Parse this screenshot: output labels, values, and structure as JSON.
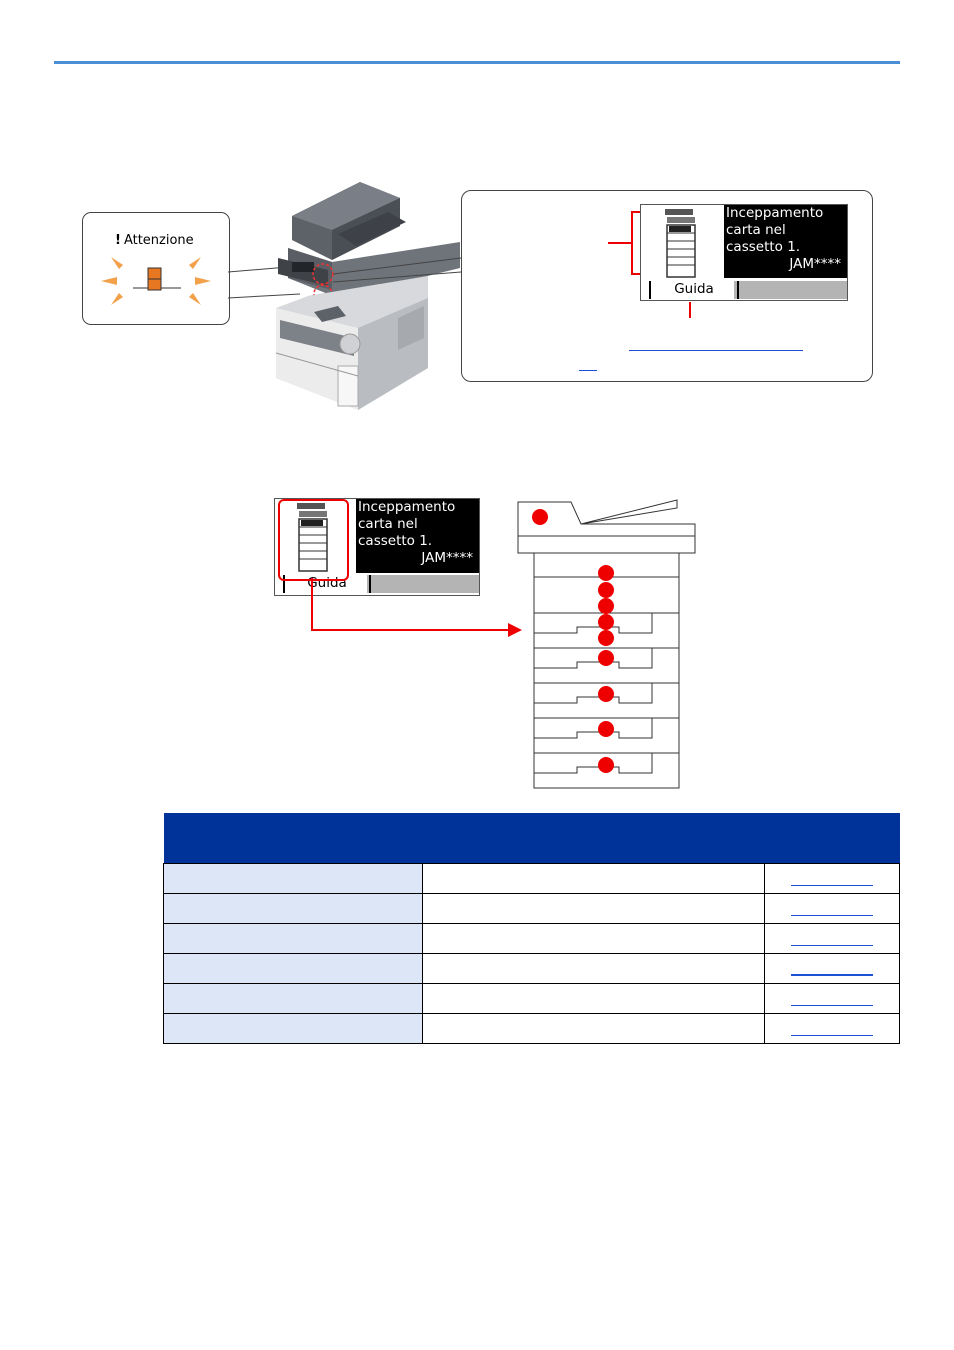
{
  "attention": {
    "bang": "!",
    "label": "Attenzione"
  },
  "panel_top": {
    "lines": [
      "Inceppamento",
      "carta nel",
      "cassetto 1."
    ],
    "code": "JAM****",
    "soft_key": "Guida"
  },
  "panel_bottom": {
    "lines": [
      "Inceppamento",
      "carta nel",
      "cassetto 1."
    ],
    "code": "JAM****",
    "soft_key": "Guida"
  },
  "colors": {
    "rule": "#4a8fd6",
    "header": "#003399",
    "row_shade": "#dde6f7",
    "marker": "#ee0000",
    "led": "#e87722",
    "link": "#1a4fd6"
  },
  "table": {
    "headers": [
      "",
      "",
      ""
    ],
    "rows": [
      {
        "c1": "",
        "c2": "",
        "link_style": "thin"
      },
      {
        "c1": "",
        "c2": "",
        "link_style": "thin"
      },
      {
        "c1": "",
        "c2": "",
        "link_style": "thin"
      },
      {
        "c1": "",
        "c2": "",
        "link_style": "bold"
      },
      {
        "c1": "",
        "c2": "",
        "link_style": "thin"
      },
      {
        "c1": "",
        "c2": "",
        "link_style": "thin"
      }
    ]
  }
}
